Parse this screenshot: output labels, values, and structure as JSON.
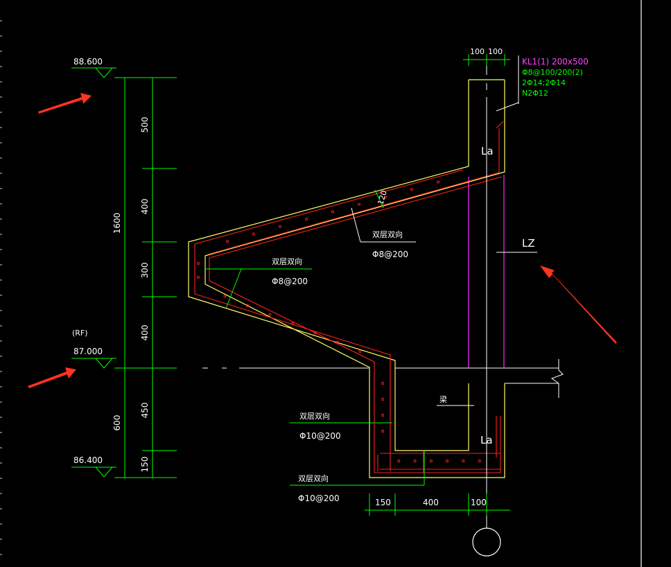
{
  "colors": {
    "background": "#000000",
    "dimension": "#00ff00",
    "outline": "#ffff66",
    "rebar": "#ff2020",
    "column": "#ff33ff",
    "label_white": "#ffffff",
    "arrow": "#ff3322",
    "beam_title": "#ff44ff",
    "beam_spec": "#00ff00"
  },
  "elevations": {
    "top": "88.600",
    "roof_tag": "(RF)",
    "roof": "87.000",
    "bottom": "86.400"
  },
  "vertical_dims": {
    "total_upper": "1600",
    "total_lower": "600",
    "segments": [
      "500",
      "400",
      "300",
      "400",
      "450",
      "150"
    ]
  },
  "horizontal_dims_top": [
    "100",
    "100"
  ],
  "horizontal_dims_bottom": [
    "150",
    "400",
    "100"
  ],
  "beam_label": {
    "line1": "KL1(1) 200x500",
    "line2": "Φ8@100/200(2)",
    "line3": "2Φ14;2Φ14",
    "line4": "N2Φ12"
  },
  "thickness_label": "120",
  "anchor_labels": {
    "upper": "La",
    "lower": "La"
  },
  "column_label": "LZ",
  "beam_tag": "梁",
  "rebar_notes": [
    {
      "title": "双层双向",
      "spec": "Φ8@200"
    },
    {
      "title": "双层双向",
      "spec": "Φ8@200"
    },
    {
      "title": "双层双向",
      "spec": "Φ10@200"
    },
    {
      "title": "双层双向",
      "spec": "Φ10@200"
    }
  ]
}
